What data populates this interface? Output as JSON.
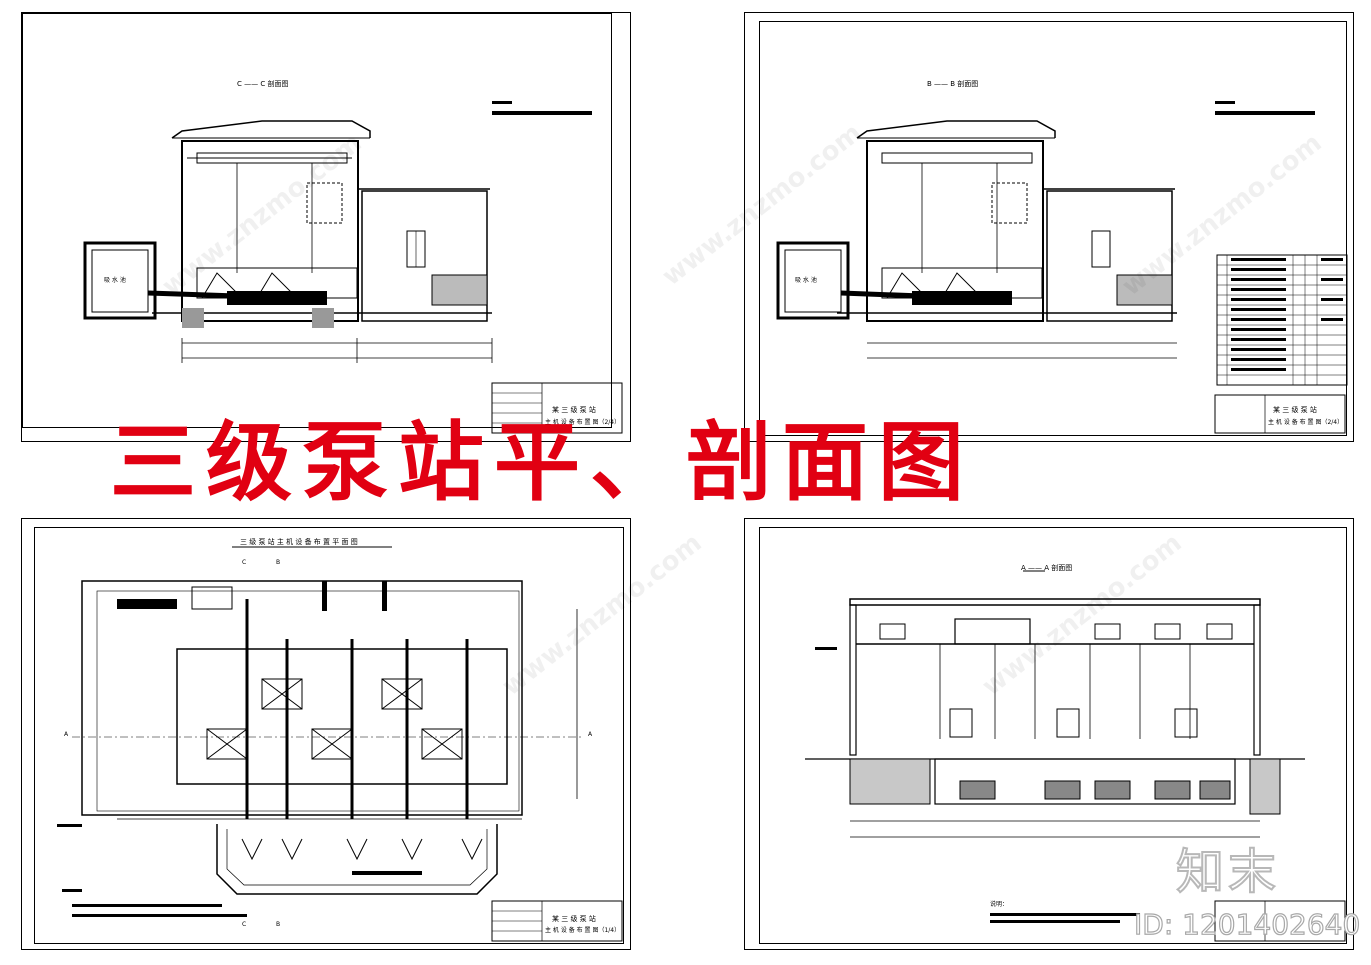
{
  "main_title": "三级泵站平、剖面图",
  "sheets": {
    "c_section": {
      "title": "C —— C 剖面图",
      "titleblock_line1": "某 三 级 泵 站",
      "titleblock_line2": "主 机 设 备 布 置 图（2/4）",
      "water_tank_label": "吸 水 池"
    },
    "b_section": {
      "title": "B —— B 剖面图",
      "titleblock_line1": "某 三 级 泵 站",
      "titleblock_line2": "主 机 设 备 布 置 图（2/4）",
      "water_tank_label": "吸 水 池"
    },
    "plan": {
      "title": "三 级 泵 站 主 机 设 备 布 置 平 面 图",
      "titleblock_line1": "某 三 级 泵 站",
      "titleblock_line2": "主 机 设 备 布 置 图（1/4）",
      "section_marks": [
        "C",
        "B",
        "A",
        "A",
        "C",
        "B"
      ]
    },
    "a_section": {
      "title": "A —— A 剖面图",
      "note_label": "说明："
    }
  },
  "watermarks": {
    "logo": "知末",
    "id": "ID: 1201402640",
    "diagonal": "www.znzmo.com"
  }
}
